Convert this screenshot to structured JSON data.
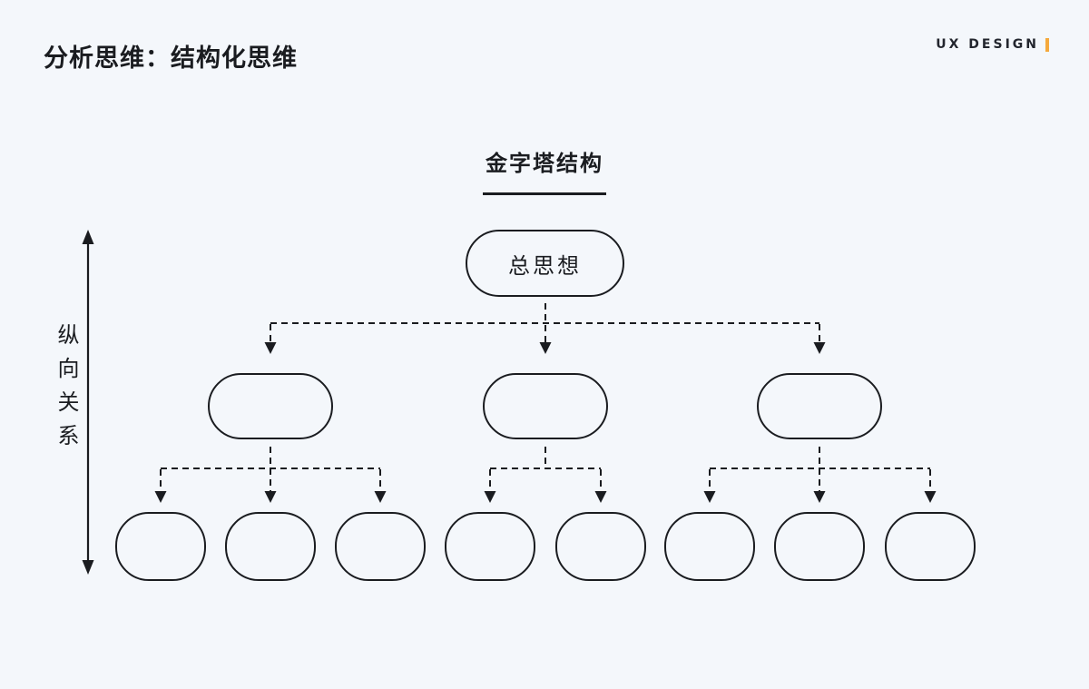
{
  "header": {
    "title": "分析思维：结构化思维",
    "brand": "UX DESIGN"
  },
  "diagram": {
    "title": "金字塔结构",
    "vertical_axis_label": "纵向关系",
    "root": {
      "label": "总思想"
    },
    "structure": {
      "type": "pyramid-tree",
      "connector_style": "dashed-arrow-down",
      "levels": [
        {
          "level": 1,
          "nodes": [
            "总思想"
          ]
        },
        {
          "level": 2,
          "nodes": [
            "",
            "",
            ""
          ]
        },
        {
          "level": 3,
          "nodes": [
            "",
            "",
            "",
            "",
            "",
            "",
            "",
            ""
          ]
        }
      ],
      "children_per_branch": [
        3,
        2,
        3
      ]
    }
  },
  "colors": {
    "background": "#f4f7fb",
    "ink": "#1a1c20",
    "accent_bar": "#f5a93c"
  }
}
